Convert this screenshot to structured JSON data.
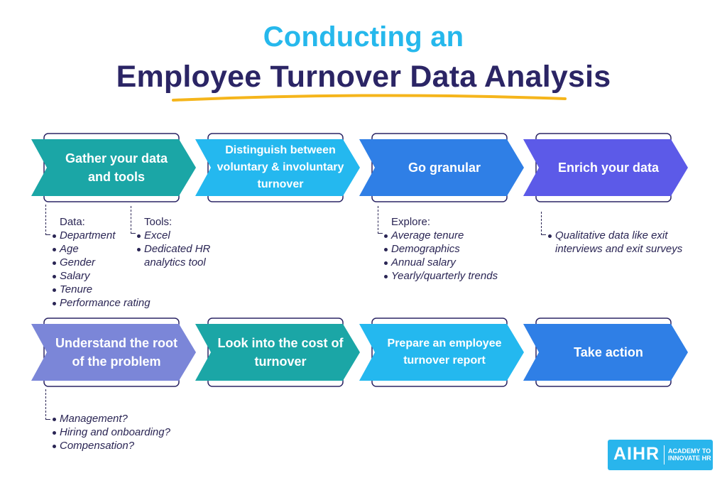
{
  "title": {
    "line1": "Conducting an",
    "line2": "Employee Turnover Data Analysis"
  },
  "colors": {
    "teal": "#1ba6a6",
    "skyblue": "#24b8ef",
    "blue": "#2f7fe6",
    "purple": "#5c5ae8",
    "lavender": "#7b86d8",
    "outline": "#2b2565",
    "accent_underline": "#f5b51b"
  },
  "steps": [
    {
      "label": "Gather your data and tools"
    },
    {
      "label": "Distinguish between voluntary & involuntary turnover"
    },
    {
      "label": "Go granular"
    },
    {
      "label": "Enrich your data"
    },
    {
      "label": "Understand the root of the problem"
    },
    {
      "label": "Look into the cost of turnover"
    },
    {
      "label": "Prepare an employee turnover report"
    },
    {
      "label": "Take action"
    }
  ],
  "notes": {
    "data": {
      "header": "Data:",
      "items": [
        "Department",
        "Age",
        "Gender",
        "Salary",
        "Tenure",
        "Performance rating"
      ]
    },
    "tools": {
      "header": "Tools:",
      "items": [
        "Excel",
        "Dedicated HR analytics tool"
      ]
    },
    "explore": {
      "header": "Explore:",
      "items": [
        "Average tenure",
        "Demographics",
        "Annual salary",
        "Yearly/quarterly trends"
      ]
    },
    "enrich": {
      "items": [
        "Qualitative data like exit interviews and exit surveys"
      ]
    },
    "root": {
      "items": [
        "Management?",
        "Hiring and onboarding?",
        "Compensation?"
      ]
    }
  },
  "logo": {
    "mark": "AIHR",
    "tagline_1": "ACADEMY TO",
    "tagline_2": "INNOVATE HR"
  }
}
